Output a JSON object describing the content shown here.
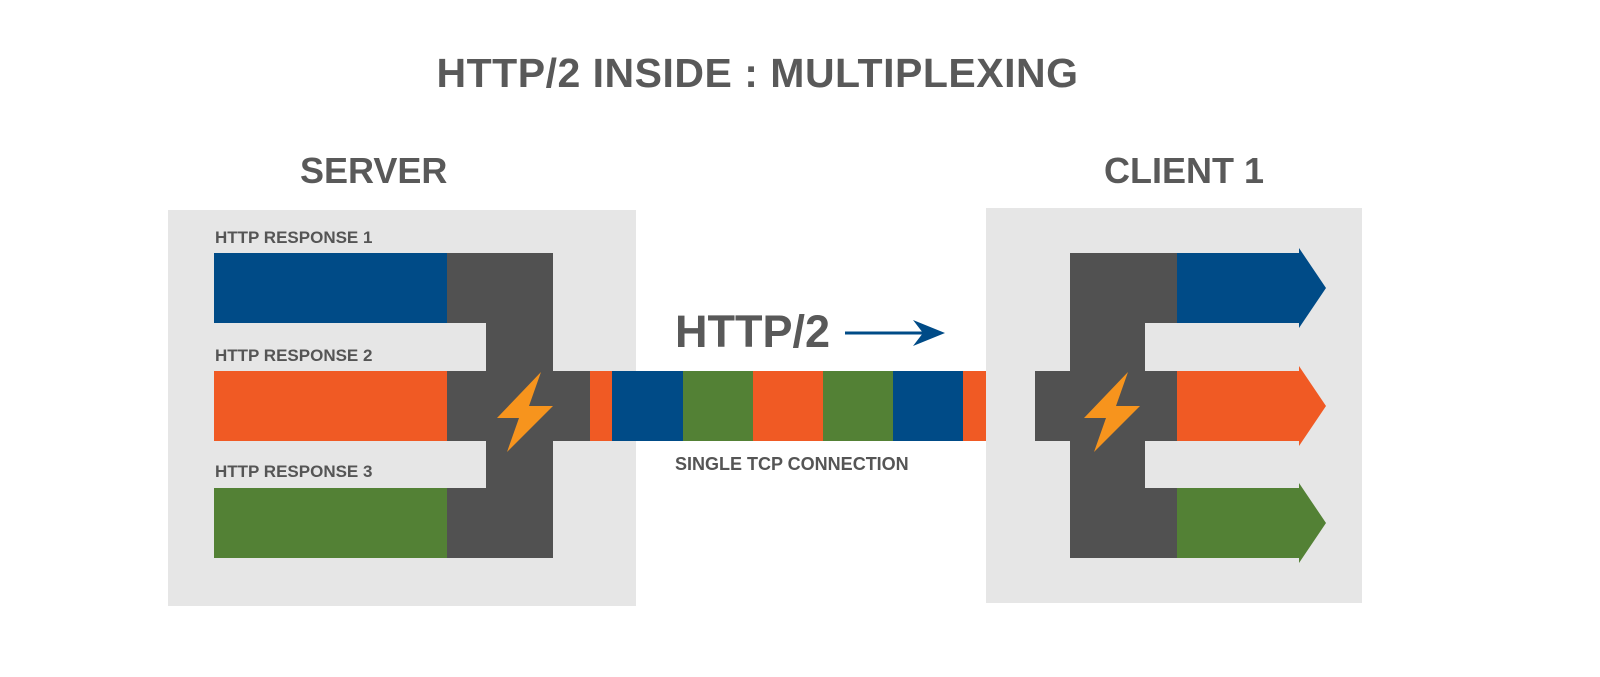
{
  "title": "HTTP/2 INSIDE : MULTIPLEXING",
  "server": {
    "heading": "SERVER",
    "responses": [
      "HTTP RESPONSE 1",
      "HTTP RESPONSE 2",
      "HTTP RESPONSE 3"
    ]
  },
  "client": {
    "heading": "CLIENT 1"
  },
  "connection": {
    "protocol_label": "HTTP/2",
    "caption": "SINGLE TCP CONNECTION",
    "frames": [
      "orange",
      "blue",
      "green",
      "orange",
      "green",
      "blue",
      "orange"
    ]
  },
  "colors": {
    "blue": "#004b87",
    "orange": "#f05a24",
    "green": "#538135",
    "dark": "#515151",
    "bolt": "#f7941d",
    "box": "#e6e6e6"
  }
}
